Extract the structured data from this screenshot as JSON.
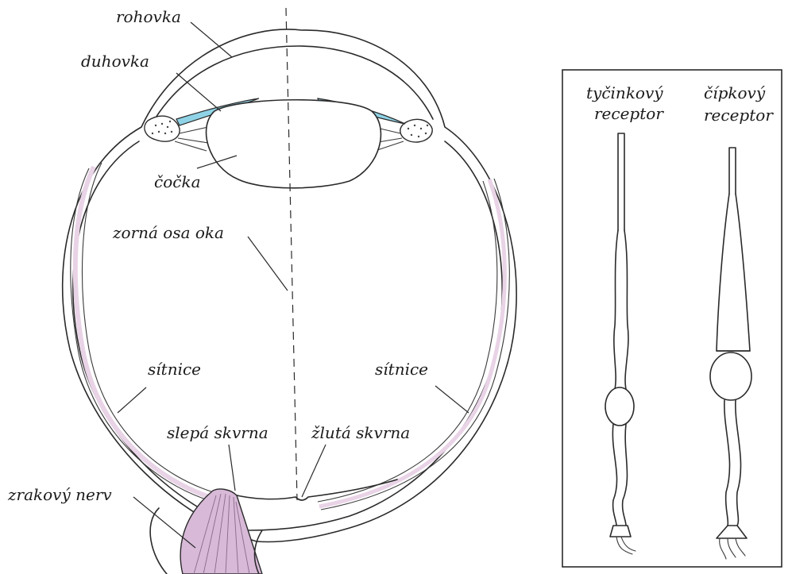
{
  "colors": {
    "ink": "#2a2a2a",
    "iris": "#8fd3e6",
    "nerve": "#d8b9d8",
    "retina_tint": "#e9d3e6",
    "background": "#ffffff"
  },
  "eye": {
    "labels": {
      "cornea": "rohovka",
      "iris": "duhovka",
      "lens": "čočka",
      "visual_axis": "zorná osa oka",
      "retina_left": "sítnice",
      "retina_right": "sítnice",
      "blind_spot": "slepá skvrna",
      "yellow_spot": "žlutá skvrna",
      "optic_nerve": "zrakový nerv"
    }
  },
  "receptors": {
    "rod": {
      "line1": "tyčinkový",
      "line2": "receptor"
    },
    "cone": {
      "line1": "čípkový",
      "line2": "receptor"
    }
  }
}
